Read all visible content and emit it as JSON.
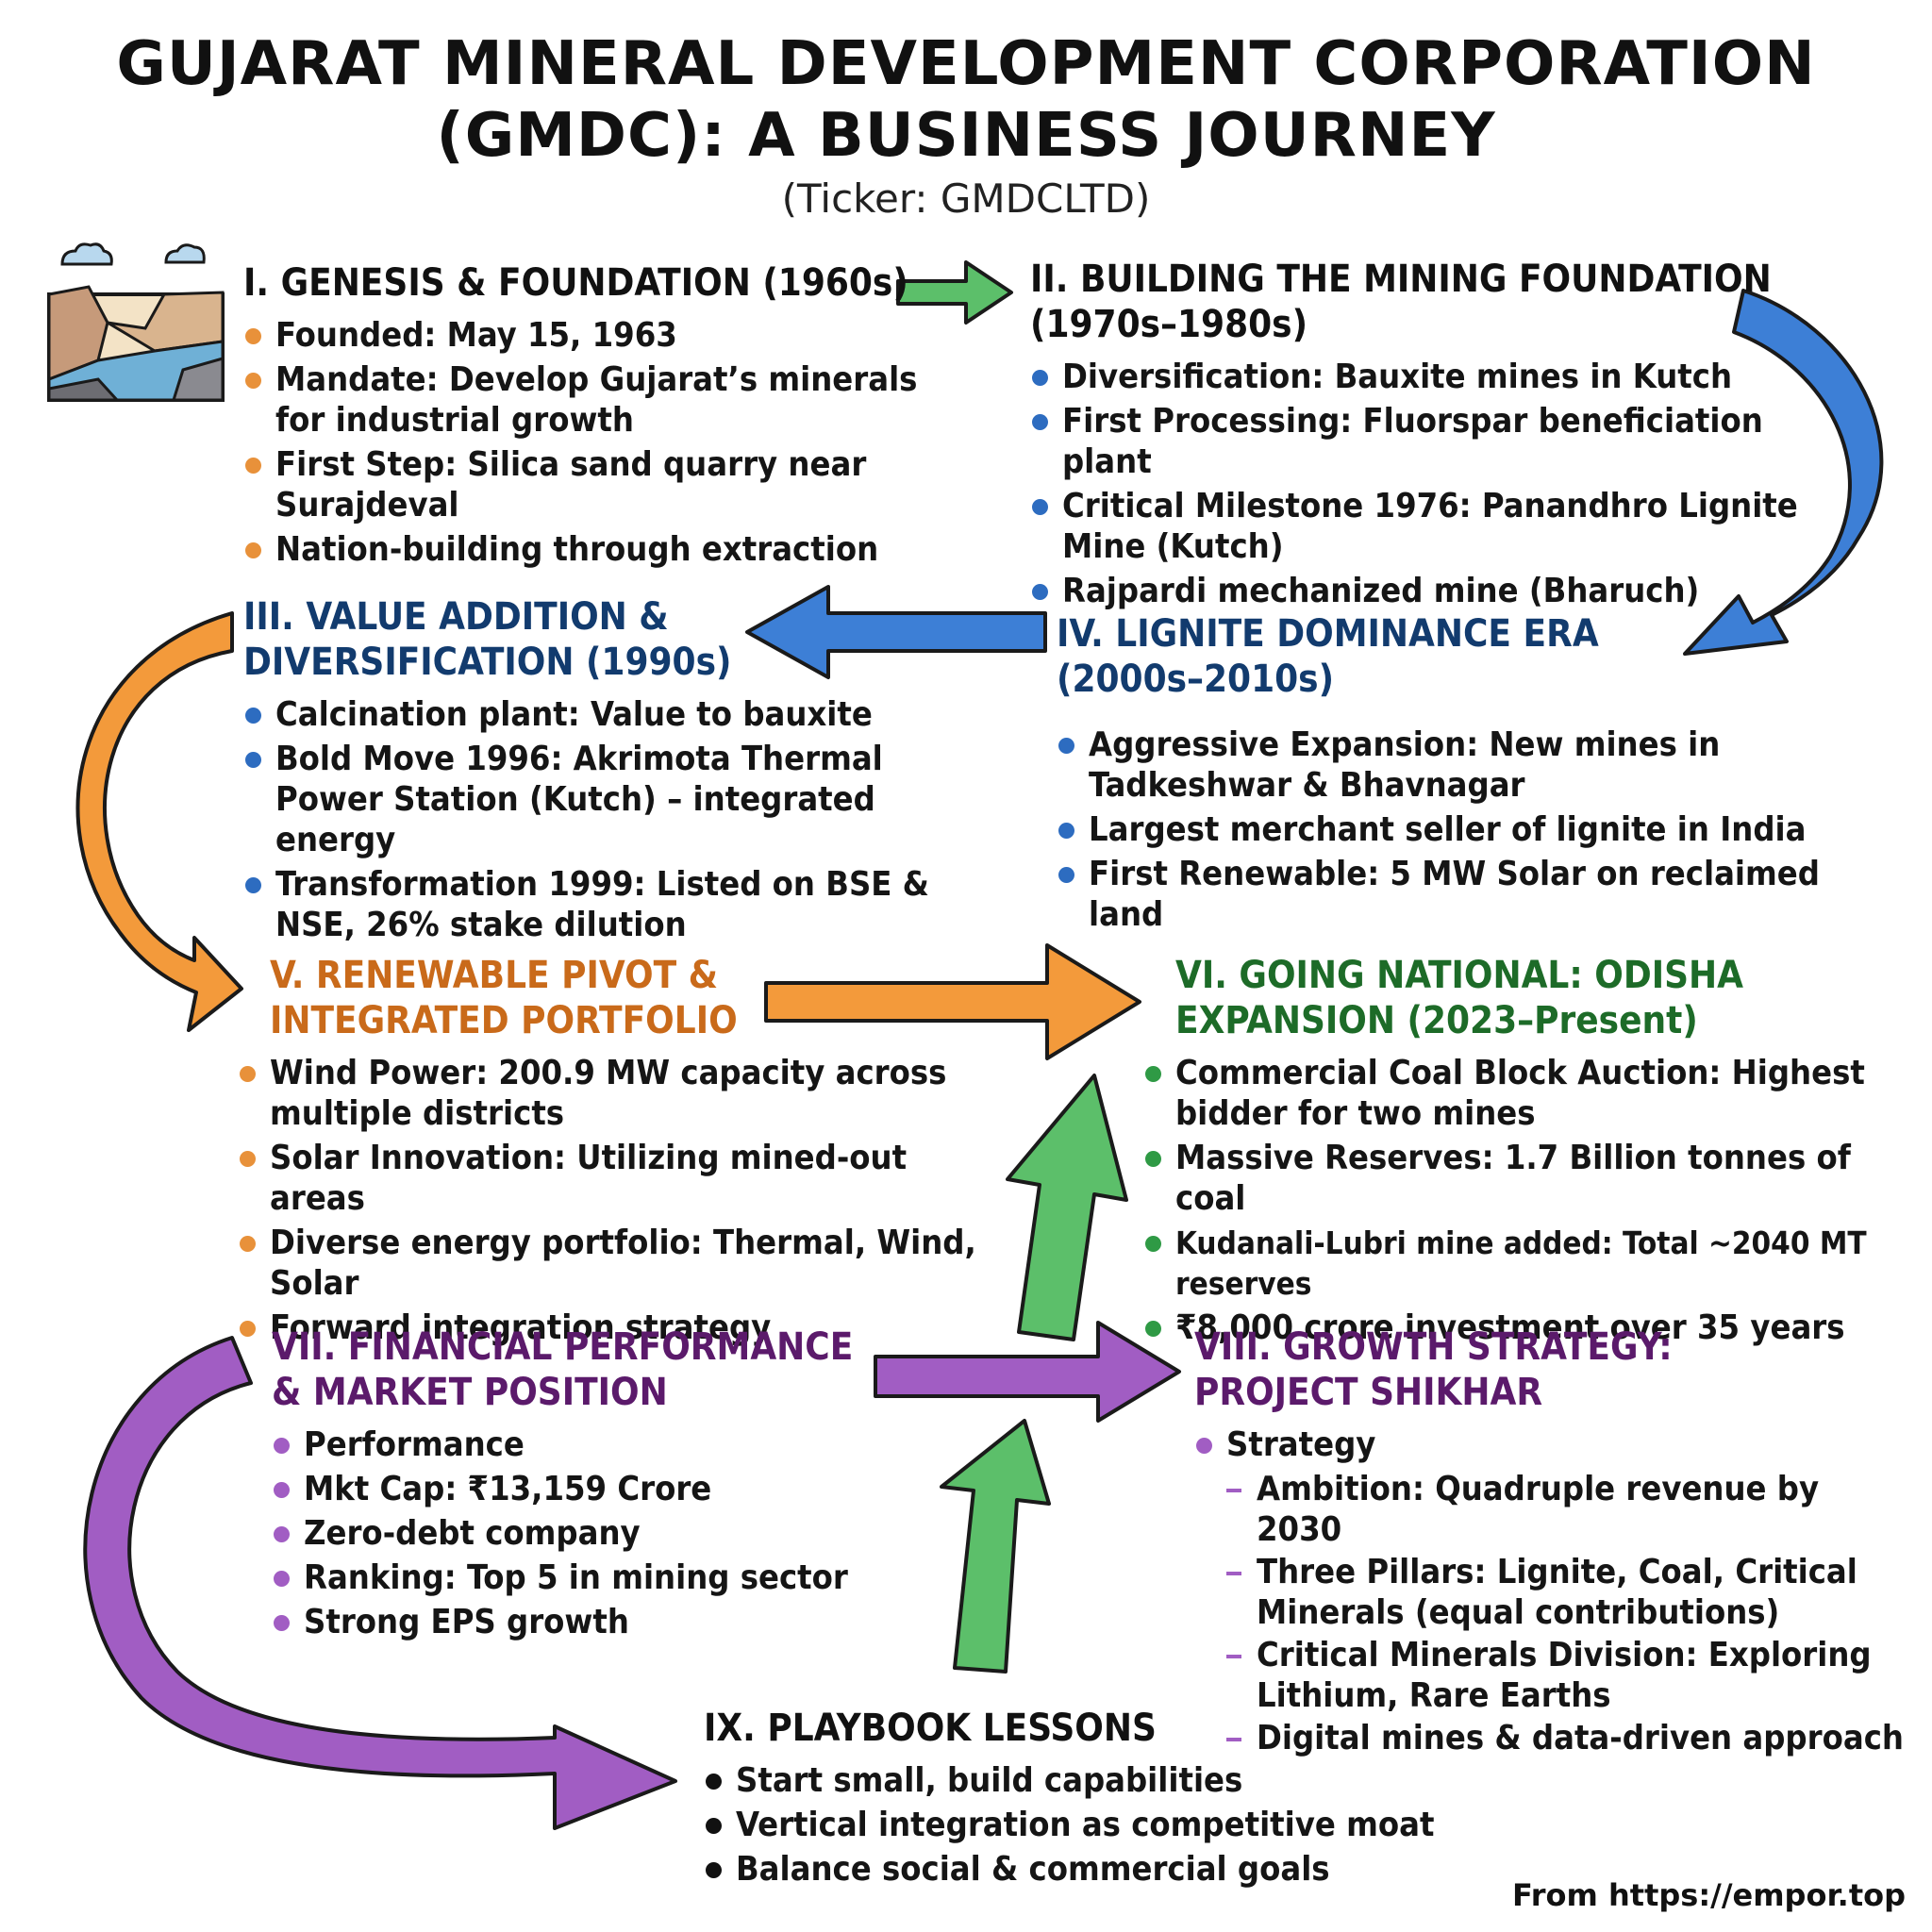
{
  "header": {
    "title_line1": "GUJARAT MINERAL DEVELOPMENT CORPORATION",
    "title_line2": "(GMDC): A BUSINESS JOURNEY",
    "subtitle": "(Ticker: GMDCLTD)"
  },
  "colors": {
    "orange": "#f39a3b",
    "blue": "#3d7fd6",
    "green": "#5cbf6a",
    "purple": "#a15dc3",
    "dark_blue": "#123b6e",
    "orange_text": "#c96a1a",
    "green_text": "#1d6b28",
    "purple_text": "#5b1a6b"
  },
  "sections": {
    "s1": {
      "title": "I. GENESIS & FOUNDATION (1960s)",
      "points": [
        "Founded: May 15, 1963",
        "Mandate: Develop Gujarat’s minerals for industrial growth",
        "First Step: Silica sand quarry near Surajdeval",
        "Nation-building through extraction"
      ]
    },
    "s2": {
      "title": "II. BUILDING THE MINING FOUNDATION (1970s–1980s)",
      "points": [
        "Diversification: Bauxite mines in Kutch",
        "First Processing: Fluorspar beneficiation plant",
        "Critical Milestone 1976: Panandhro Lignite Mine (Kutch)",
        "Rajpardi mechanized mine (Bharuch)"
      ]
    },
    "s3": {
      "title": "III. VALUE ADDITION & DIVERSIFICATION (1990s)",
      "points": [
        "Calcination plant: Value to bauxite",
        "Bold Move 1996: Akrimota Thermal Power Station (Kutch) – integrated energy",
        "Transformation 1999: Listed on BSE & NSE, 26% stake dilution"
      ]
    },
    "s4": {
      "title": "IV. LIGNITE DOMINANCE ERA (2000s–2010s)",
      "points": [
        "Aggressive Expansion: New mines in Tadkeshwar & Bhavnagar",
        "Largest merchant seller of lignite in India",
        "First Renewable: 5 MW Solar on reclaimed land"
      ]
    },
    "s5": {
      "title": "V. RENEWABLE PIVOT & INTEGRATED PORTFOLIO",
      "points": [
        "Wind Power: 200.9 MW capacity across multiple districts",
        "Solar Innovation: Utilizing mined-out areas",
        "Diverse energy portfolio: Thermal, Wind, Solar",
        "Forward integration strategy"
      ]
    },
    "s6": {
      "title": "VI. GOING NATIONAL: ODISHA EXPANSION (2023–Present)",
      "points": [
        "Commercial Coal Block Auction: Highest bidder for two mines",
        "Massive Reserves: 1.7 Billion tonnes of coal",
        "Kudanali-Lubri mine added: Total ~2040 MT reserves",
        "₹8,000 crore investment over 35 years"
      ]
    },
    "s7": {
      "title": "VII. FINANCIAL PERFORMANCE & MARKET POSITION",
      "points": [
        "Performance",
        "Mkt Cap: ₹13,159 Crore",
        "Zero-debt company",
        "Ranking: Top 5 in mining sector",
        "Strong EPS growth"
      ]
    },
    "s8": {
      "title": "VIII. GROWTH STRATEGY: PROJECT SHIKHAR",
      "points": [
        "Strategy"
      ],
      "subpoints": [
        "Ambition: Quadruple revenue by 2030",
        "Three Pillars: Lignite, Coal, Critical Minerals (equal contributions)",
        "Critical Minerals Division: Exploring Lithium, Rare Earths",
        "Digital mines & data-driven approach"
      ]
    },
    "s9": {
      "title": "IX. PLAYBOOK LESSONS",
      "points": [
        "Start small, build capabilities",
        "Vertical integration as competitive moat",
        "Balance social & commercial goals"
      ]
    }
  },
  "footer": "From https://empor.top"
}
